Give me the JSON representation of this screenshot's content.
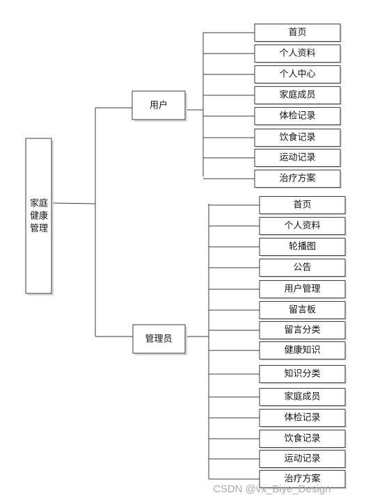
{
  "root": {
    "label": "家庭健康管理",
    "lines": [
      "家庭",
      "健康",
      "管理"
    ]
  },
  "user": {
    "label": "用户",
    "items": [
      "首页",
      "个人资料",
      "个人中心",
      "家庭成员",
      "体检记录",
      "饮食记录",
      "运动记录",
      "治疗方案"
    ]
  },
  "admin": {
    "label": "管理员",
    "items": [
      "首页",
      "个人资料",
      "轮播图",
      "公告",
      "用户管理",
      "留言板",
      "留言分类",
      "健康知识",
      "知识分类",
      "家庭成员",
      "体检记录",
      "饮食记录",
      "运动记录",
      "治疗方案"
    ]
  },
  "watermark": "CSDN @vx_Biye_Design"
}
